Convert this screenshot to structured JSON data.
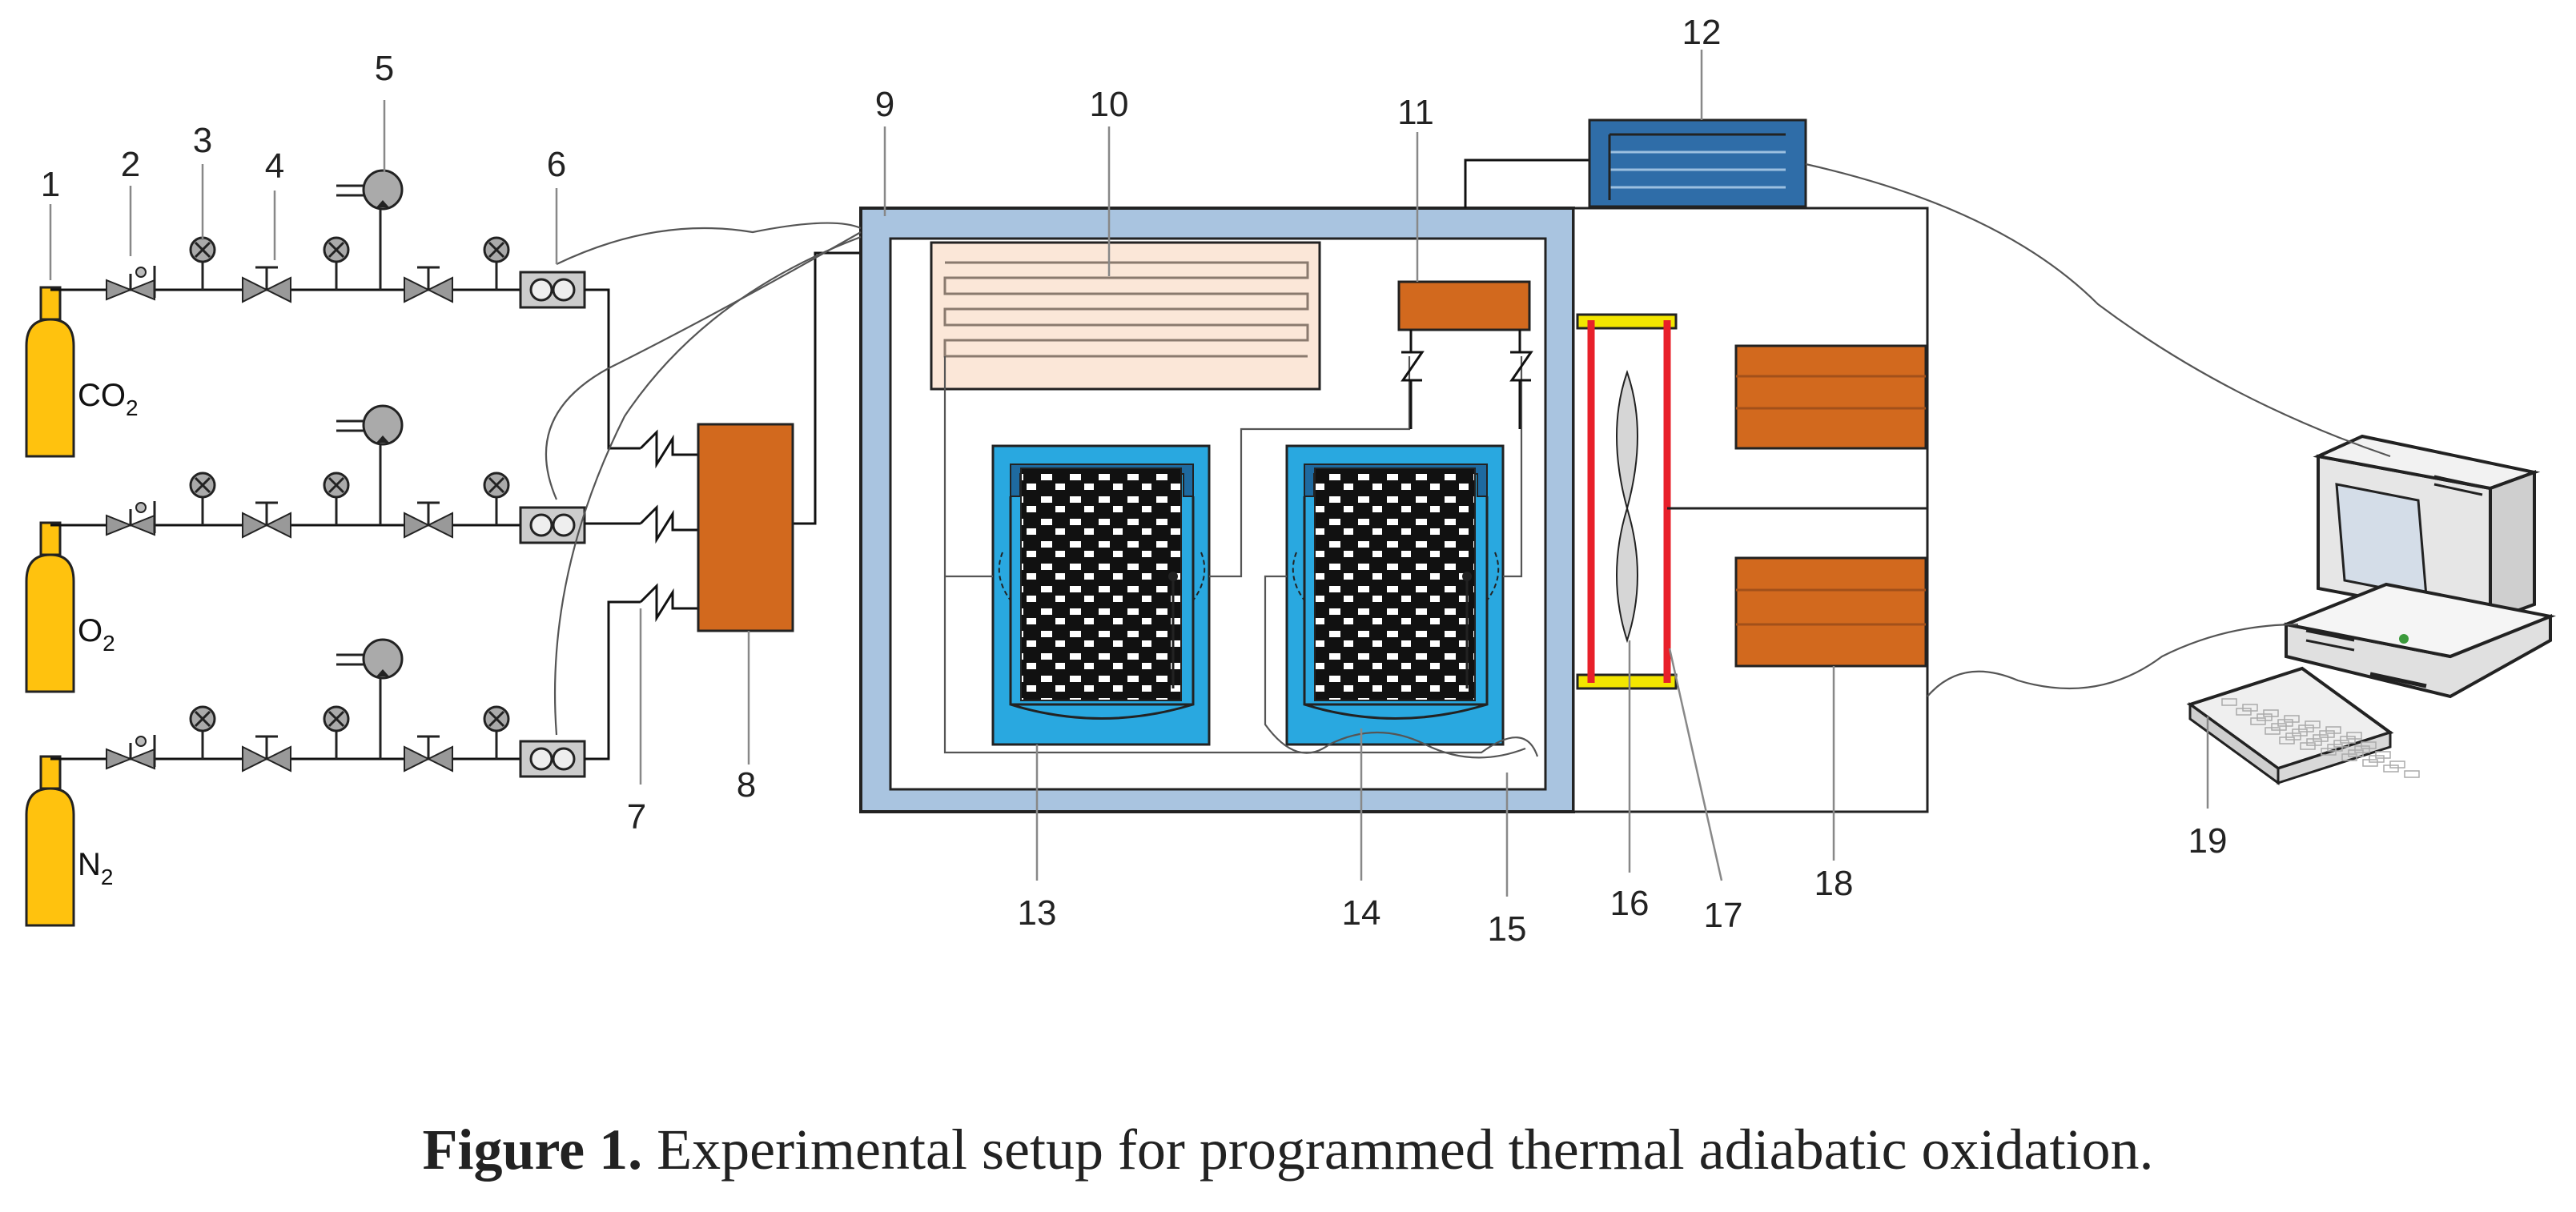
{
  "caption": {
    "label": "Figure 1.",
    "text": "Experimental setup for programmed thermal adiabatic oxidation."
  },
  "gases": [
    {
      "main": "CO",
      "sub": "2"
    },
    {
      "main": "O",
      "sub": "2"
    },
    {
      "main": "N",
      "sub": "2"
    }
  ],
  "component_numbers": [
    "1",
    "2",
    "3",
    "4",
    "5",
    "6",
    "7",
    "8",
    "9",
    "10",
    "11",
    "12",
    "13",
    "14",
    "15",
    "16",
    "17",
    "18",
    "19"
  ],
  "colors": {
    "cylinder": "#FFC20E",
    "heater_orange": "#D2691E",
    "chamber_frame": "#A9C4E0",
    "reactor_blue": "#29A8E0",
    "cooler_blue": "#2F6DA8",
    "preheat_coil": "#FBE7D8",
    "heater_red": "#E8202A",
    "heater_yellow": "#F3E600"
  }
}
